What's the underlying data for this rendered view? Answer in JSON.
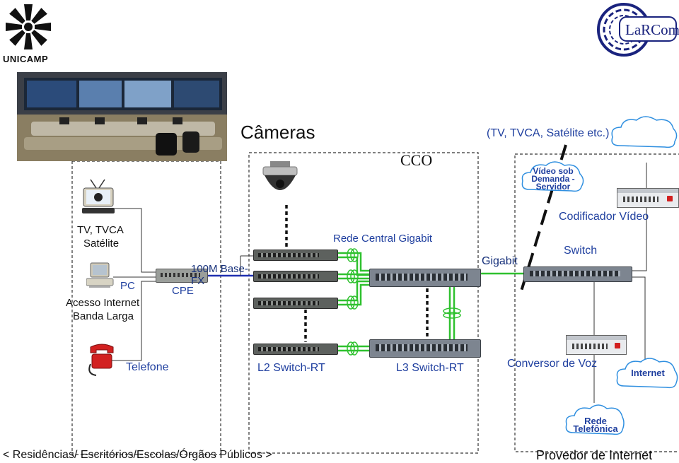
{
  "logos": {
    "left_name": "UNICAMP",
    "right_name": "LaRCom"
  },
  "zones": {
    "client_caption": "< Residências/ Escritórios/Escolas/Órgãos Públicos >",
    "cco_title": "CCO",
    "provider_caption": "Provedor de Internet"
  },
  "client": {
    "tv_label_line1": "TV, TVCA",
    "tv_label_line2": "Satélite",
    "pc_label": "PC",
    "internet_label_line1": "Acesso Internet",
    "internet_label_line2": "Banda Larga",
    "cpe_label": "CPE",
    "link_label_line1": "100M Base-",
    "link_label_line2": "FX",
    "phone_label": "Telefone"
  },
  "cco": {
    "cameras_label": "Câmeras",
    "backbone_label": "Rede Central Gigabit",
    "l2_label": "L2 Switch-RT",
    "l3_label": "L3 Switch-RT"
  },
  "provider": {
    "satellite_label": "(TV, TVCA, Satélite etc.)",
    "vod_line1": "Vídeo sob",
    "vod_line2": "Demanda -",
    "vod_line3": "Servidor",
    "encoder_label": "Codificador Vídeo",
    "gigabit_label": "Gigabit",
    "switch_label": "Switch",
    "voice_label": "Conversor de Voz",
    "internet_cloud": "Internet",
    "phone_net_line1": "Rede",
    "phone_net_line2": "Telefônica"
  },
  "colors": {
    "label_blue": "#1f3f9f",
    "link_green": "#2fc12f",
    "cloud_blue": "#2f8fe0",
    "phone_red": "#d22020"
  }
}
